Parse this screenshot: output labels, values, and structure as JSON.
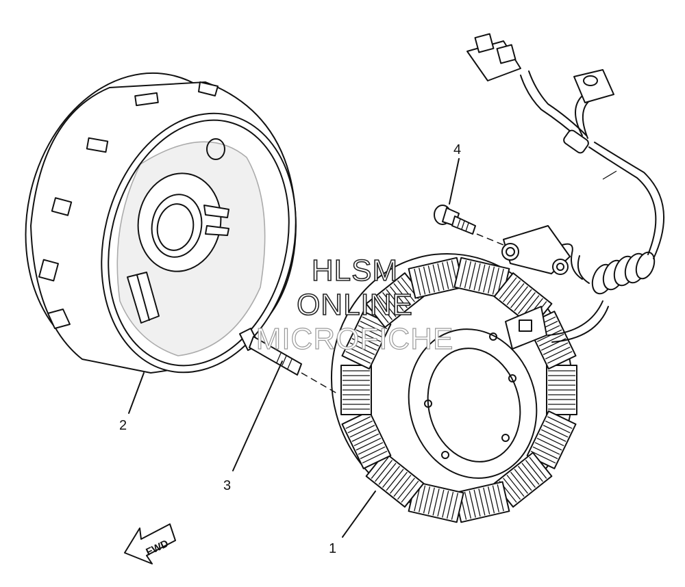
{
  "callouts": {
    "stator": "1",
    "rotor": "2",
    "stator_bolt": "3",
    "clamp_screw": "4"
  },
  "watermark": {
    "line1": "HLSM",
    "line2": "ONLINE",
    "line3": "MICROFICHE"
  },
  "direction_label": "FWD"
}
